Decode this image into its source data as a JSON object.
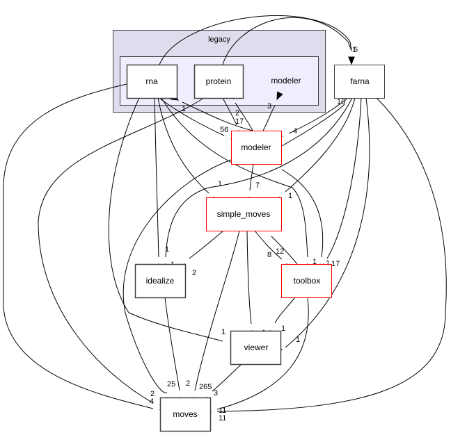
{
  "title": "Directory dependency graph",
  "clusters": [
    {
      "id": "legacy",
      "label": "legacy",
      "fill": "#ddddee",
      "stroke": "#404040"
    },
    {
      "id": "legacy_modeler",
      "label": "modeler",
      "fill": "#eeeeff",
      "stroke": "#404040"
    }
  ],
  "nodes": [
    {
      "id": "rna",
      "label": "rna",
      "border": "#000000"
    },
    {
      "id": "protein",
      "label": "protein",
      "border": "#000000"
    },
    {
      "id": "farna",
      "label": "farna",
      "border": "#000000"
    },
    {
      "id": "modeler",
      "label": "modeler",
      "border": "#ff0000"
    },
    {
      "id": "simple_moves",
      "label": "simple_moves",
      "border": "#ff0000"
    },
    {
      "id": "idealize",
      "label": "idealize",
      "border": "#000000"
    },
    {
      "id": "toolbox",
      "label": "toolbox",
      "border": "#ff0000"
    },
    {
      "id": "viewer",
      "label": "viewer",
      "border": "#000000"
    },
    {
      "id": "moves",
      "label": "moves",
      "border": "#000000"
    }
  ],
  "edges": [
    {
      "from": "rna",
      "to": "farna",
      "label": "1"
    },
    {
      "from": "protein",
      "to": "farna",
      "label": "5"
    },
    {
      "from": "modeler",
      "to": "rna",
      "label": "1"
    },
    {
      "from": "modeler",
      "to": "protein",
      "label": "2"
    },
    {
      "from": "protein",
      "to": "modeler",
      "label": "17"
    },
    {
      "from": "modeler",
      "to": "legacy_modeler",
      "label": "3"
    },
    {
      "from": "rna",
      "to": "modeler",
      "label": "56"
    },
    {
      "from": "modeler",
      "to": "farna",
      "label": "10"
    },
    {
      "from": "farna",
      "to": "modeler",
      "label": "4"
    },
    {
      "from": "rna",
      "to": "simple_moves",
      "label": "1"
    },
    {
      "from": "modeler",
      "to": "simple_moves",
      "label": "7"
    },
    {
      "from": "farna",
      "to": "simple_moves",
      "label": "1"
    },
    {
      "from": "rna",
      "to": "idealize",
      "label": "1"
    },
    {
      "from": "farna",
      "to": "idealize",
      "label": "1"
    },
    {
      "from": "simple_moves",
      "to": "idealize",
      "label": "2"
    },
    {
      "from": "simple_moves",
      "to": "toolbox",
      "label": "12"
    },
    {
      "from": "toolbox",
      "to": "simple_moves",
      "label": "8"
    },
    {
      "from": "rna",
      "to": "toolbox",
      "label": "1"
    },
    {
      "from": "modeler",
      "to": "toolbox",
      "label": "1"
    },
    {
      "from": "farna",
      "to": "toolbox",
      "label": "17"
    },
    {
      "from": "simple_moves",
      "to": "viewer",
      "label": "1"
    },
    {
      "from": "toolbox",
      "to": "viewer",
      "label": "1"
    },
    {
      "from": "rna",
      "to": "viewer",
      "label": "1"
    },
    {
      "from": "farna",
      "to": "viewer",
      "label": "1"
    },
    {
      "from": "modeler",
      "to": "moves",
      "label": "25"
    },
    {
      "from": "idealize",
      "to": "moves",
      "label": "2"
    },
    {
      "from": "simple_moves",
      "to": "moves",
      "label": "265"
    },
    {
      "from": "viewer",
      "to": "moves",
      "label": "3"
    },
    {
      "from": "rna",
      "to": "moves",
      "label": "2"
    },
    {
      "from": "protein",
      "to": "moves",
      "label": "4"
    },
    {
      "from": "toolbox",
      "to": "moves",
      "label": "11"
    },
    {
      "from": "farna",
      "to": "moves",
      "label": "11"
    }
  ]
}
